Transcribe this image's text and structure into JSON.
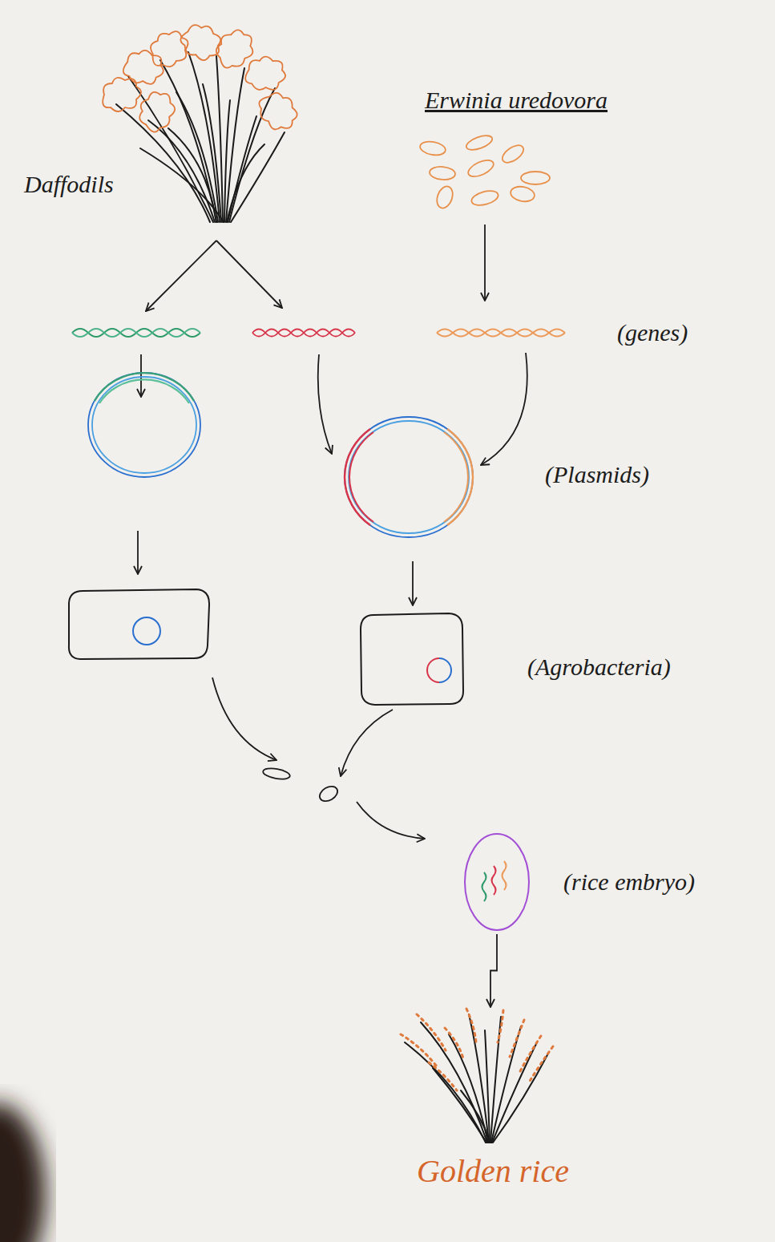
{
  "diagram": {
    "nodes": [
      {
        "text": [
          "Daffodils"
        ]
      },
      {
        "text": [
          "Erwinia uredovora"
        ]
      },
      {
        "text": [
          "(rice embryo)"
        ]
      },
      {
        "text": [
          "Golden rice"
        ]
      }
    ],
    "edges": [
      {
        "from": 2,
        "to": 3,
        "arrow": "to"
      }
    ],
    "labels": [
      "(genes)",
      "(Plasmids)",
      "(Agrobacteria)"
    ]
  }
}
